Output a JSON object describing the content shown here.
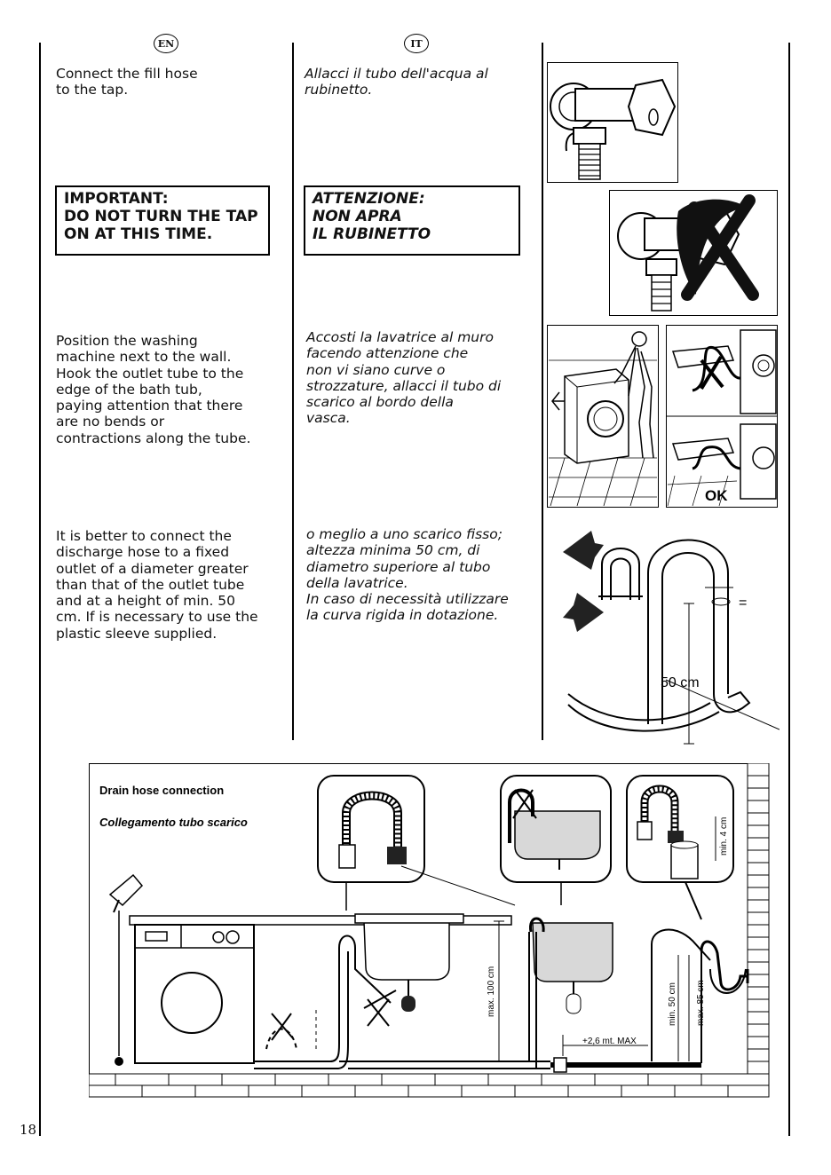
{
  "columns": {
    "en": {
      "lang_badge": "EN",
      "step1": "Connect the fill hose\nto the tap.",
      "warning": "IMPORTANT:\nDO NOT TURN THE TAP\nON AT THIS TIME.",
      "step2": "Position the washing\nmachine next to the wall.\nHook the outlet tube to the\nedge of the bath tub,\npaying attention that there\nare no bends or\ncontractions along the tube.",
      "step3": "It is better to connect the\ndischarge hose to a fixed\noutlet of a diameter greater\nthan that of the outlet tube\nand at a height of min. 50\ncm. If is necessary to use the\nplastic sleeve supplied."
    },
    "it": {
      "lang_badge": "IT",
      "step1": "Allacci il tubo dell'acqua al\nrubinetto.",
      "warning": "ATTENZIONE:\nNON APRA\nIL RUBINETTO",
      "step2": "Accosti la lavatrice al muro\nfacendo attenzione che\nnon vi siano curve o\nstrozzature, allacci il tubo di\nscarico al bordo della\nvasca.",
      "step3": "o meglio a uno scarico fisso;\naltezza minima 50 cm, di\ndiametro superiore al tubo\ndella lavatrice.\nIn caso di necessità utilizzare\nla curva rigida in dotazione."
    }
  },
  "figures": {
    "bath_ok_label": "OK",
    "outlet_height_label": "50 cm",
    "equal_sign": "="
  },
  "diagram": {
    "title": "Drain hose connection",
    "subtitle": "Collegamento tubo scarico",
    "min_4_cm": "min. 4 cm",
    "max_100_cm": "max. 100 cm",
    "min_50_cm": "min. 50 cm",
    "max_85_cm": "max. 85 cm",
    "extension": "+2,6 mt. MAX"
  },
  "page_number": "18"
}
